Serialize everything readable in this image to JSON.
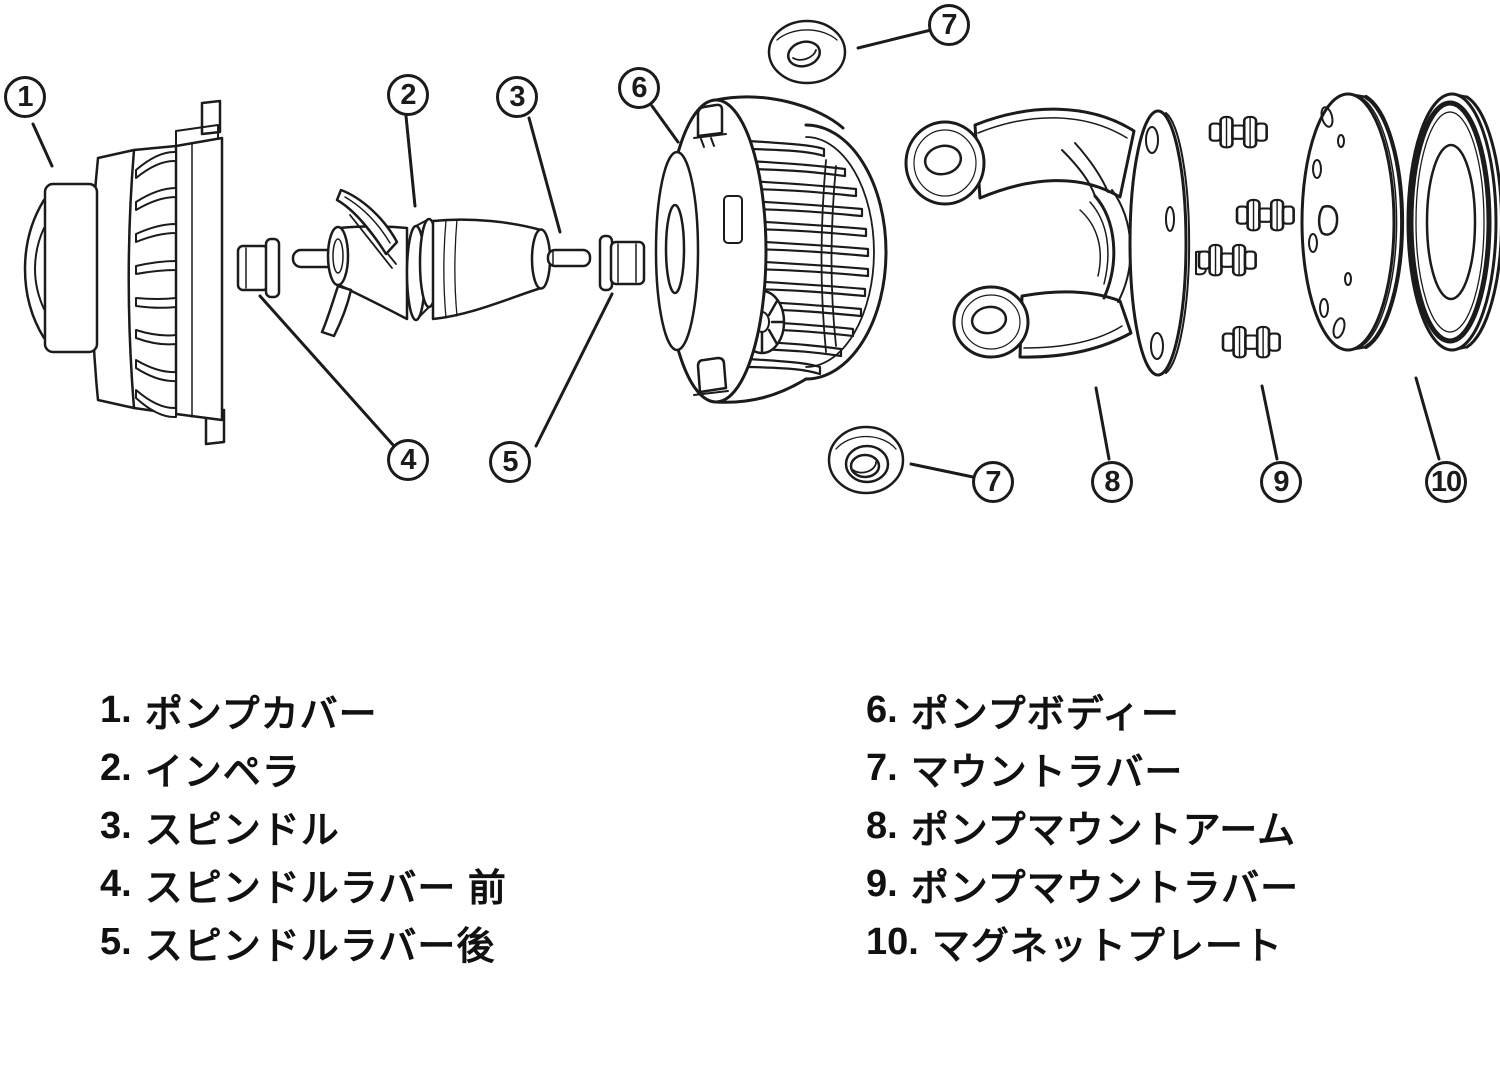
{
  "colors": {
    "ink": "#1b1b1b",
    "background": "#ffffff"
  },
  "diagram": {
    "callouts": [
      "1",
      "2",
      "3",
      "4",
      "5",
      "6",
      "7",
      "7",
      "8",
      "9",
      "10"
    ]
  },
  "legend": {
    "left": [
      {
        "num": "1.",
        "label": "ポンプカバー"
      },
      {
        "num": "2.",
        "label": "インペラ"
      },
      {
        "num": "3.",
        "label": "スピンドル"
      },
      {
        "num": "4.",
        "label": "スピンドルラバー 前"
      },
      {
        "num": "5.",
        "label": "スピンドルラバー後"
      }
    ],
    "right": [
      {
        "num": "6.",
        "label": "ポンプボディー"
      },
      {
        "num": "7.",
        "label": "マウントラバー"
      },
      {
        "num": "8.",
        "label": "ポンプマウントアーム"
      },
      {
        "num": "9.",
        "label": "ポンプマウントラバー"
      },
      {
        "num": "10.",
        "label": "マグネットプレート"
      }
    ]
  }
}
